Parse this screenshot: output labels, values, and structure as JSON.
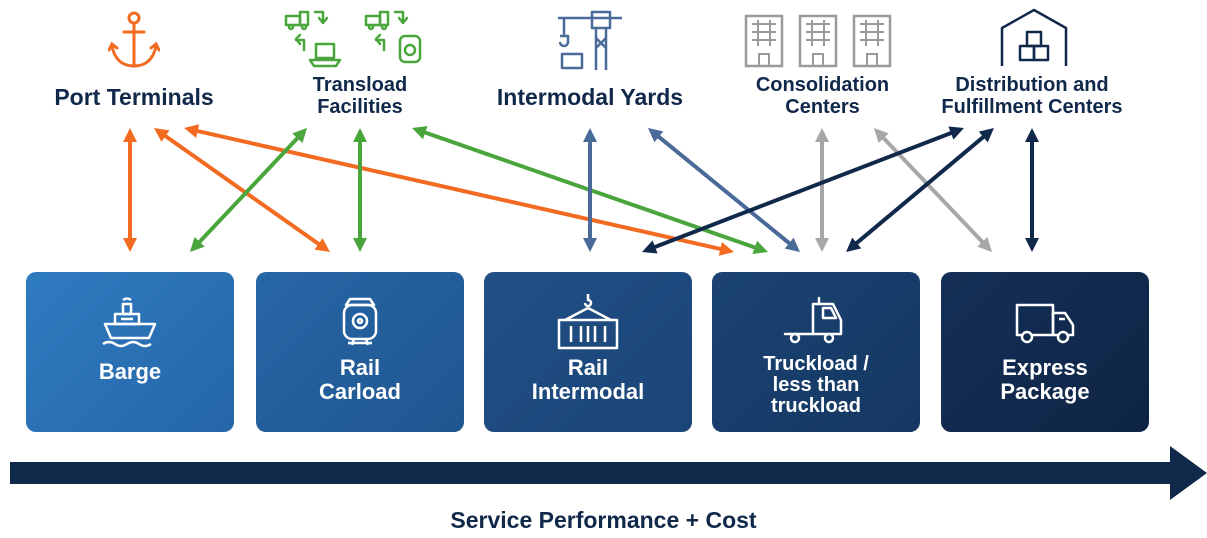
{
  "facilities": [
    {
      "id": "port",
      "label": "Port Terminals",
      "icon": "anchor-icon",
      "color": "#f26b21"
    },
    {
      "id": "transload",
      "label": "Transload\nFacilities",
      "icon": "transload-icon",
      "color": "#4aa63c"
    },
    {
      "id": "intermodal",
      "label": "Intermodal Yards",
      "icon": "crane-icon",
      "color": "#4a6a99"
    },
    {
      "id": "consolidation",
      "label": "Consolidation\nCenters",
      "icon": "building-icon",
      "color": "#9a9a9a"
    },
    {
      "id": "distribution",
      "label": "Distribution and\nFulfillment Centers",
      "icon": "warehouse-icon",
      "color": "#10284a"
    }
  ],
  "modes": [
    {
      "id": "barge",
      "label": "Barge",
      "icon": "ship-icon",
      "color": "#2a6fb2"
    },
    {
      "id": "rail-carload",
      "label": "Rail\nCarload",
      "icon": "locomotive-icon",
      "color": "#225a96"
    },
    {
      "id": "rail-intermodal",
      "label": "Rail\nIntermodal",
      "icon": "container-icon",
      "color": "#1b4a7e"
    },
    {
      "id": "truckload",
      "label": "Truckload /\nless than\ntruckload",
      "icon": "truck-icon",
      "color": "#173c68"
    },
    {
      "id": "express",
      "label": "Express\nPackage",
      "icon": "van-icon",
      "color": "#0f2a4e"
    }
  ],
  "axis": {
    "label": "Service Performance + Cost",
    "color": "#10284a"
  },
  "connections": [
    {
      "from": "port",
      "to": "barge",
      "color": "#f26b21"
    },
    {
      "from": "port",
      "to": "rail-carload",
      "color": "#f26b21"
    },
    {
      "from": "port",
      "to": "truckload",
      "color": "#f26b21"
    },
    {
      "from": "transload",
      "to": "barge",
      "color": "#4aa63c"
    },
    {
      "from": "transload",
      "to": "rail-carload",
      "color": "#4aa63c"
    },
    {
      "from": "transload",
      "to": "truckload",
      "color": "#4aa63c"
    },
    {
      "from": "intermodal",
      "to": "rail-intermodal",
      "color": "#4a6a99"
    },
    {
      "from": "intermodal",
      "to": "truckload",
      "color": "#4a6a99"
    },
    {
      "from": "consolidation",
      "to": "truckload",
      "color": "#a7a7a7"
    },
    {
      "from": "consolidation",
      "to": "express",
      "color": "#a7a7a7"
    },
    {
      "from": "distribution",
      "to": "rail-intermodal",
      "color": "#10284a"
    },
    {
      "from": "distribution",
      "to": "truckload",
      "color": "#10284a"
    },
    {
      "from": "distribution",
      "to": "express",
      "color": "#10284a"
    }
  ]
}
